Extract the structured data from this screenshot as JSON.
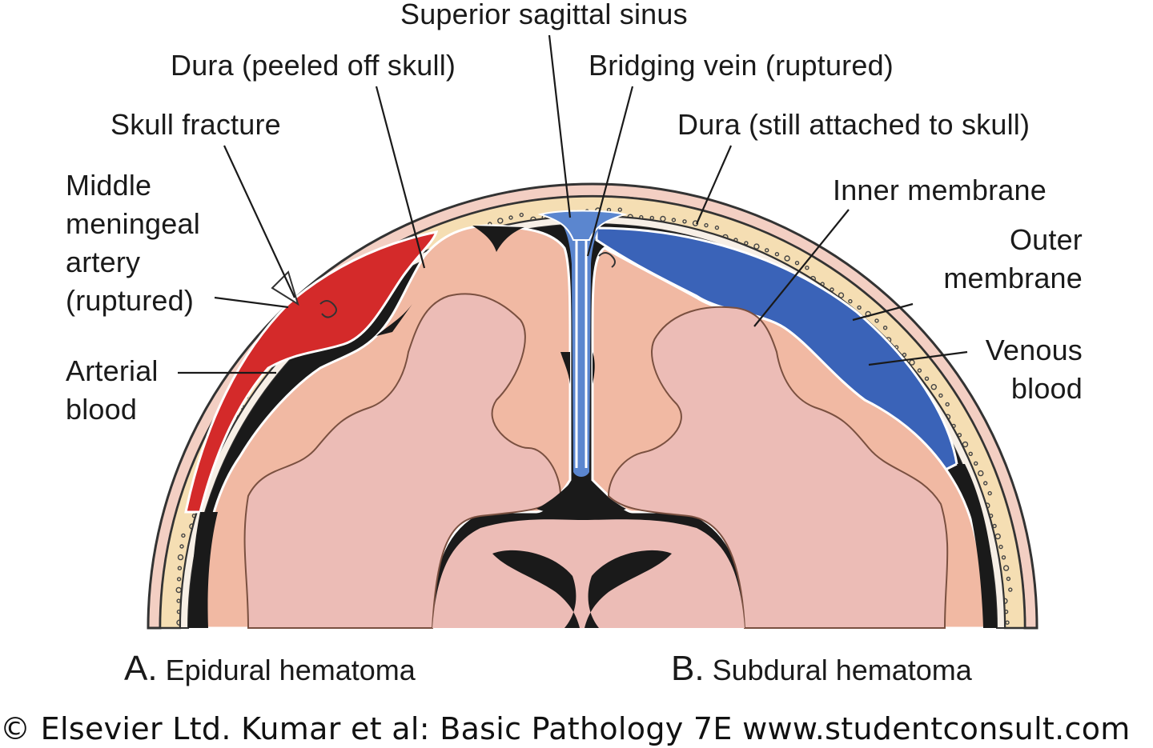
{
  "labels": {
    "superior_sagittal_sinus": "Superior sagittal sinus",
    "dura_peeled": "Dura (peeled off skull)",
    "bridging_vein": "Bridging vein (ruptured)",
    "skull_fracture": "Skull fracture",
    "dura_attached": "Dura (still attached to skull)",
    "middle_meningeal_artery": "Middle\nmeningeal\nartery\n(ruptured)",
    "inner_membrane": "Inner membrane",
    "outer_membrane": "Outer\nmembrane",
    "arterial_blood": "Arterial\nblood",
    "venous_blood": "Venous\nblood"
  },
  "captions": {
    "a_letter": "A.",
    "a_text": "Epidural hematoma",
    "b_letter": "B.",
    "b_text": "Subdural hematoma"
  },
  "copyright": "© Elsevier Ltd. Kumar et al: Basic Pathology 7E www.studentconsult.com",
  "colors": {
    "arterial_blood": "#d42a2a",
    "venous_blood": "#3a63b8",
    "brain": "#f1b9a3",
    "white_matter": "#ecbcb6",
    "skull": "#f5deb3",
    "scalp": "#f3cfc3",
    "sinus": "#5b86cf",
    "csf_black": "#1a1a1a"
  }
}
